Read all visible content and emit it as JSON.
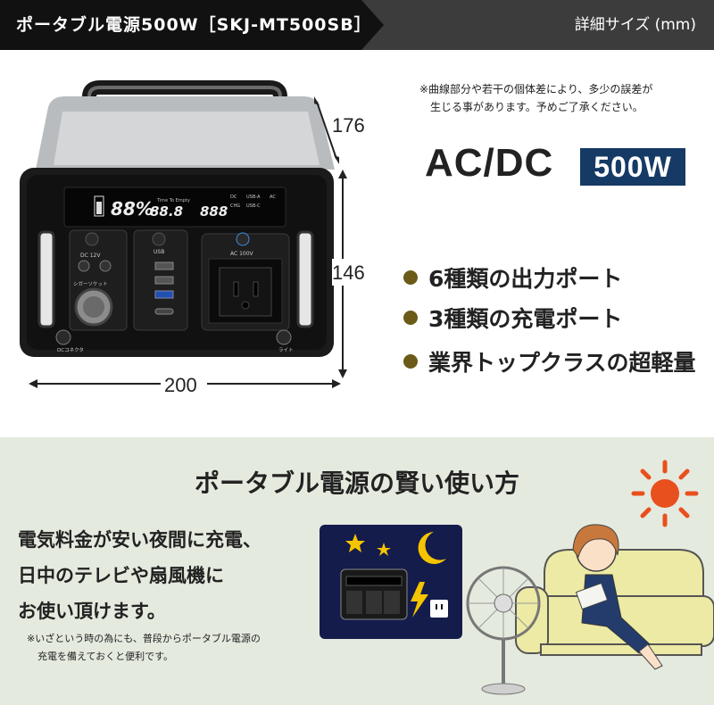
{
  "header": {
    "title": "ポータブル電源500W［SKJ-MT500SB］",
    "right_label": "詳細サイズ (mm)"
  },
  "note": {
    "line1": "※曲線部分や若干の個体差により、多少の誤差が",
    "line2": "生じる事があります。予めご了承ください。"
  },
  "spec": {
    "type": "AC/DC",
    "watt": "500W"
  },
  "features": [
    "6種類の出力ポート",
    "3種類の充電ポート",
    "業界トップクラスの超軽量"
  ],
  "dimensions": {
    "depth": "176",
    "height": "146",
    "width": "200"
  },
  "device": {
    "lcd_percent": "88%",
    "lcd_time": "88.8",
    "lcd_watt": "888",
    "lcd_time_label": "Time To Empty",
    "lcd_dc": "DC",
    "lcd_usba": "USB-A",
    "lcd_ac": "AC",
    "lcd_chg": "CHG",
    "lcd_usbc": "USB-C",
    "dc_label": "DC 12V",
    "cigar_label": "シガーソケット",
    "usb_label": "USB",
    "ac_label": "AC 100V",
    "dc_connector": "DCコネクタ",
    "light_label": "ライト"
  },
  "bottom": {
    "title": "ポータブル電源の賢い使い方",
    "line1": "電気料金が安い夜間に充電、",
    "line2": "日中のテレビや扇風機に",
    "line3": "お使い頂けます。",
    "small1": "※いざという時の為にも、普段からポータブル電源の",
    "small2": "充電を備えておくと便利です。"
  },
  "colors": {
    "badge": "#163a66",
    "bullet": "#6b5a18",
    "sun": "#e8501e",
    "bottom_bg": "#e5eadf"
  }
}
